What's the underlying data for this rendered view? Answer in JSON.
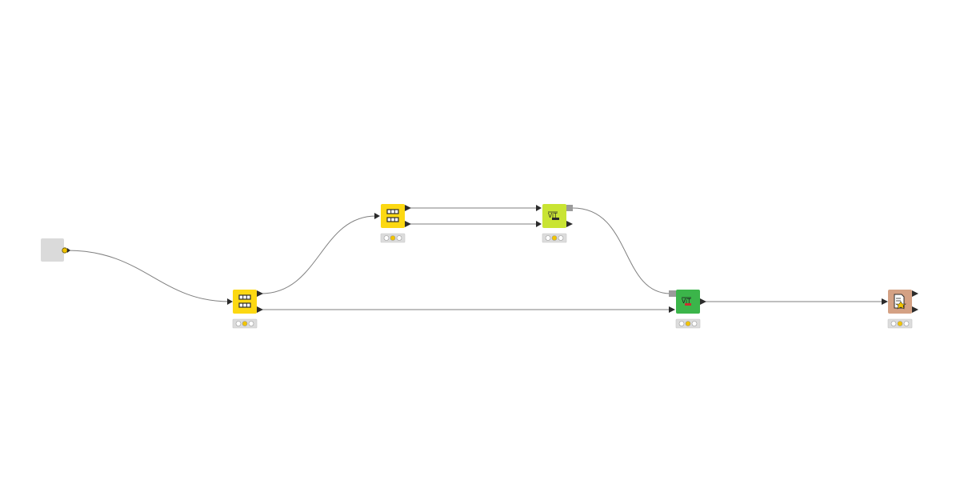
{
  "workflow": {
    "colors": {
      "connection": "#7f7f7f",
      "port": "#2b2b2b",
      "status_on": "#f2c400",
      "status_box": "#dcdcdc"
    },
    "nodes": [
      {
        "id": "component-input",
        "icon": "component-input-icon",
        "kind": "component-input",
        "color": "#dadada",
        "status": null
      },
      {
        "id": "row-splitter-1",
        "icon": "row-splitter-icon",
        "kind": "manipulator",
        "color": "#fcd812",
        "status": "configured"
      },
      {
        "id": "row-splitter-2",
        "icon": "row-splitter-icon",
        "kind": "manipulator",
        "color": "#fcd812",
        "status": "configured"
      },
      {
        "id": "learner",
        "icon": "vit-learner-icon",
        "kind": "learner",
        "color": "#c9e433",
        "status": "configured"
      },
      {
        "id": "predictor",
        "icon": "vit-predictor-icon",
        "kind": "predictor",
        "color": "#3bb54a",
        "status": "configured"
      },
      {
        "id": "scorer",
        "icon": "scorer-icon",
        "kind": "visualizer",
        "color": "#d4a184",
        "status": "configured"
      }
    ],
    "connections": [
      {
        "id": "conn-input-to-splitter-1"
      },
      {
        "id": "conn-splitter-1-to-splitter-2"
      },
      {
        "id": "conn-splitter-1-to-predictor"
      },
      {
        "id": "conn-splitter-2-top-to-learner"
      },
      {
        "id": "conn-splitter-2-bottom-to-learner"
      },
      {
        "id": "conn-learner-to-predictor"
      },
      {
        "id": "conn-predictor-to-scorer"
      }
    ]
  }
}
